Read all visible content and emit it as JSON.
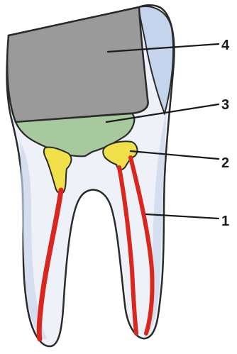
{
  "labels": [
    {
      "id": "label-4",
      "text": "4"
    },
    {
      "id": "label-3",
      "text": "3"
    },
    {
      "id": "label-2",
      "text": "2"
    },
    {
      "id": "label-1",
      "text": "1"
    }
  ],
  "colors": {
    "crown_restoration": "#9a9a9a",
    "enamel_highlight": "#c3d4ec",
    "liner_base": "#a8c99e",
    "canal_orifice_filling": "#f0e04a",
    "root_canal_filling": "#d9261e",
    "tooth_body": "#eef2f8",
    "tooth_shadow": "#c9d6ea",
    "outline": "#2a2a2a"
  }
}
